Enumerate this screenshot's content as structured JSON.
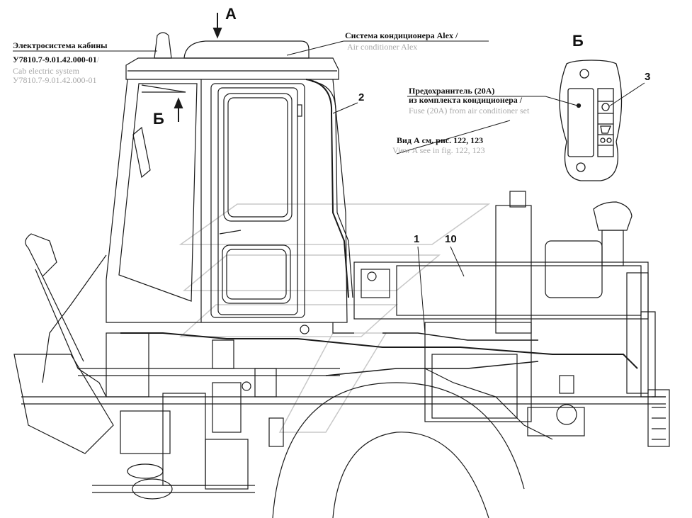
{
  "labels": {
    "cab_electric": {
      "ru_line1": "Электросистема кабины",
      "ru_line2": "У7810.7-9.01.42.000-01",
      "slash": "/",
      "en_line1": "Cab electric system",
      "en_line2": "У7810.7-9.01.42.000-01"
    },
    "air_conditioner": {
      "ru": "Система кондиционера Alex /",
      "en": "Air conditioner Alex"
    },
    "fuse": {
      "ru_line1": "Предохранитель (20А)",
      "ru_line2": "из комплекта кондиционера /",
      "en": "Fuse (20A) from air conditioner set"
    },
    "view_a": {
      "ru": "Вид А см. рис. 122, 123",
      "en": "View A see in fig. 122, 123"
    }
  },
  "markers": {
    "view_a": "А",
    "view_b_top": "Б",
    "view_b_cab": "Б"
  },
  "callouts": [
    "1",
    "2",
    "3",
    "10"
  ],
  "colors": {
    "line": "#1a1a1a",
    "english_text": "#a9a9a9",
    "watermark": "#c8c8c8"
  }
}
